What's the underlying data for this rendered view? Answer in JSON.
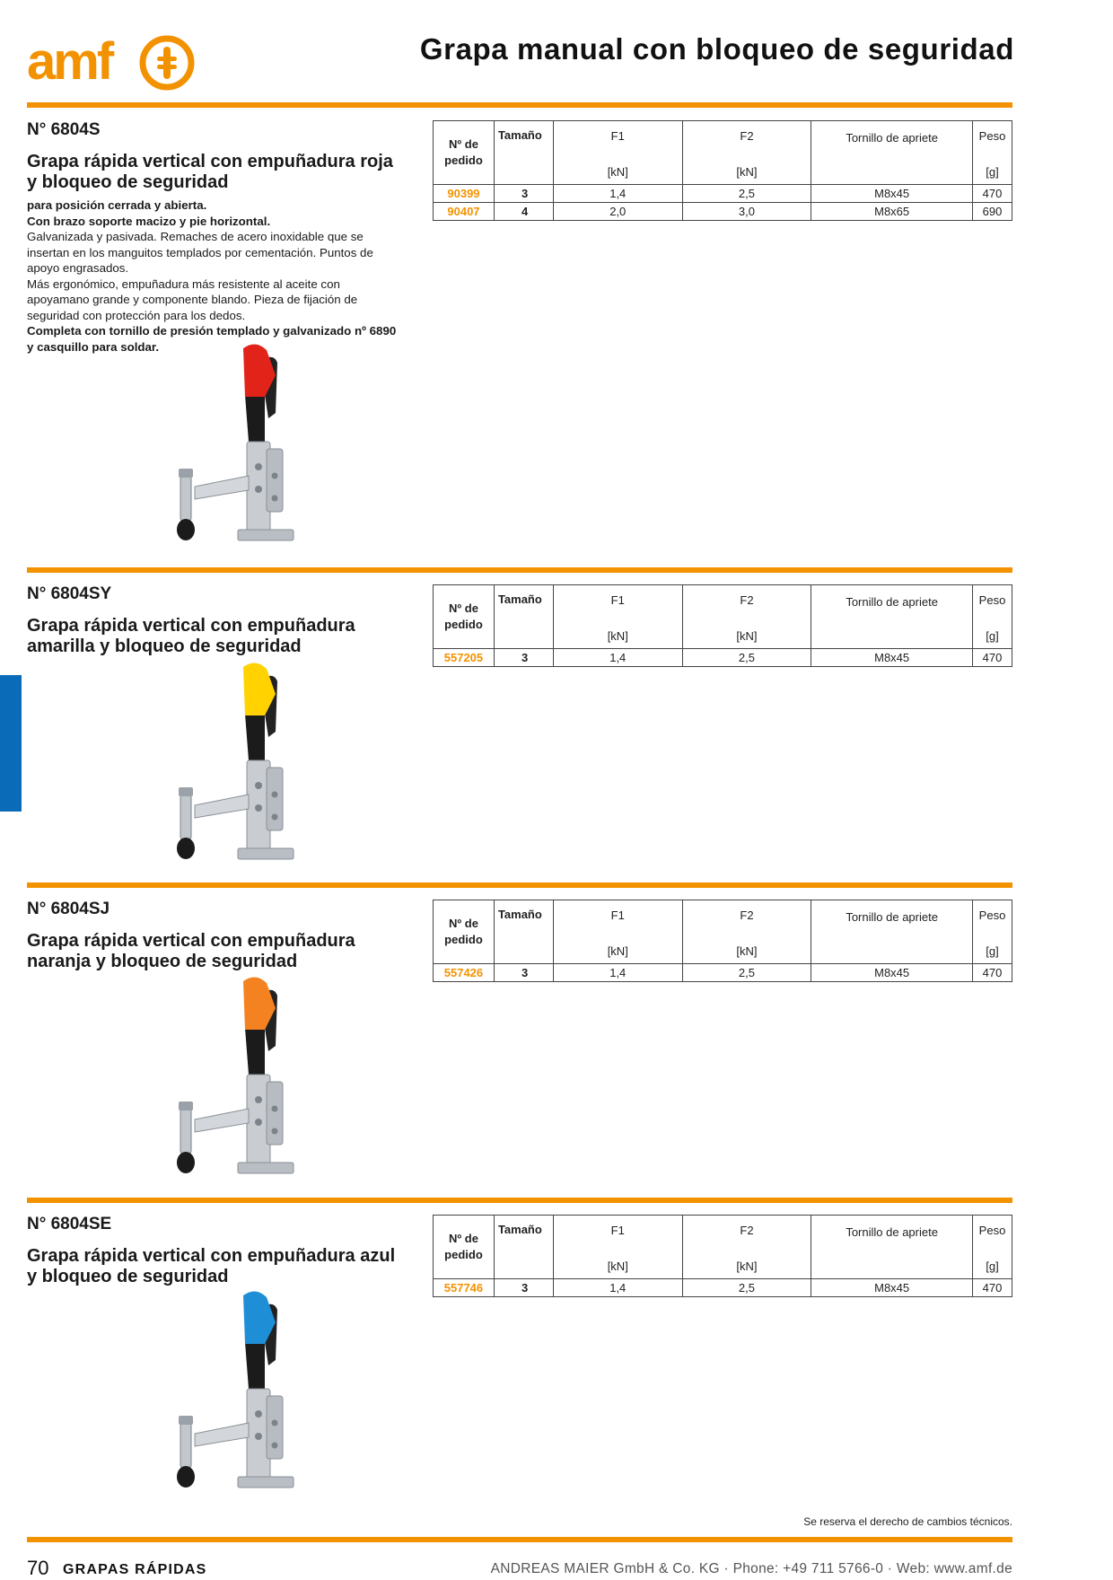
{
  "header": {
    "logo_text": "amf",
    "title": "Grapa manual con bloqueo de seguridad"
  },
  "table_header": {
    "order_no": "Nº de pedido",
    "size": "Tamaño",
    "f1": "F1",
    "f1_unit": "[kN]",
    "f2": "F2",
    "f2_unit": "[kN]",
    "screw": "Tornillo de apriete",
    "weight": "Peso",
    "weight_unit": "[g]"
  },
  "sections": [
    {
      "code": "N° 6804S",
      "title": "Grapa rápida vertical con empuñadura roja y bloqueo de seguridad",
      "handle_color": "#e2231a",
      "description": [
        {
          "text": "para posición cerrada y abierta.",
          "bold": true
        },
        {
          "text": "Con brazo soporte macizo y pie horizontal.",
          "bold": true
        },
        {
          "text": "Galvanizada y pasivada. Remaches de acero inoxidable que se insertan en los manguitos templados por cementación. Puntos de apoyo engrasados.",
          "bold": false
        },
        {
          "text": "Más ergonómico, empuñadura más resistente al aceite con apoyamano grande y componente blando. Pieza de fijación de seguridad con protección para los dedos.",
          "bold": false
        },
        {
          "text": "Completa con tornillo de presión templado y galvanizado nº 6890 y casquillo para soldar.",
          "bold": true
        }
      ],
      "rows": [
        {
          "order": "90399",
          "size": "3",
          "f1": "1,4",
          "f2": "2,5",
          "screw": "M8x45",
          "weight": "470"
        },
        {
          "order": "90407",
          "size": "4",
          "f1": "2,0",
          "f2": "3,0",
          "screw": "M8x65",
          "weight": "690"
        }
      ]
    },
    {
      "code": "N° 6804SY",
      "title": "Grapa rápida vertical con empuñadura amarilla y bloqueo de seguridad",
      "handle_color": "#ffd200",
      "rows": [
        {
          "order": "557205",
          "size": "3",
          "f1": "1,4",
          "f2": "2,5",
          "screw": "M8x45",
          "weight": "470"
        }
      ]
    },
    {
      "code": "N° 6804SJ",
      "title": "Grapa rápida vertical con empuñadura naranja y bloqueo de seguridad",
      "handle_color": "#f58220",
      "rows": [
        {
          "order": "557426",
          "size": "3",
          "f1": "1,4",
          "f2": "2,5",
          "screw": "M8x45",
          "weight": "470"
        }
      ]
    },
    {
      "code": "N° 6804SE",
      "title": "Grapa rápida vertical con empuñadura azul y bloqueo de seguridad",
      "handle_color": "#1e8fd6",
      "rows": [
        {
          "order": "557746",
          "size": "3",
          "f1": "1,4",
          "f2": "2,5",
          "screw": "M8x45",
          "weight": "470"
        }
      ]
    }
  ],
  "footer": {
    "note": "Se reserva el derecho de cambios técnicos.",
    "page_number": "70",
    "section_name": "GRAPAS RÁPIDAS",
    "company": "ANDREAS MAIER GmbH & Co. KG · Phone: +49 711 5766-0 · Web: www.amf.de"
  },
  "colors": {
    "accent": "#f39200",
    "side_tab": "#0a6cb8"
  }
}
